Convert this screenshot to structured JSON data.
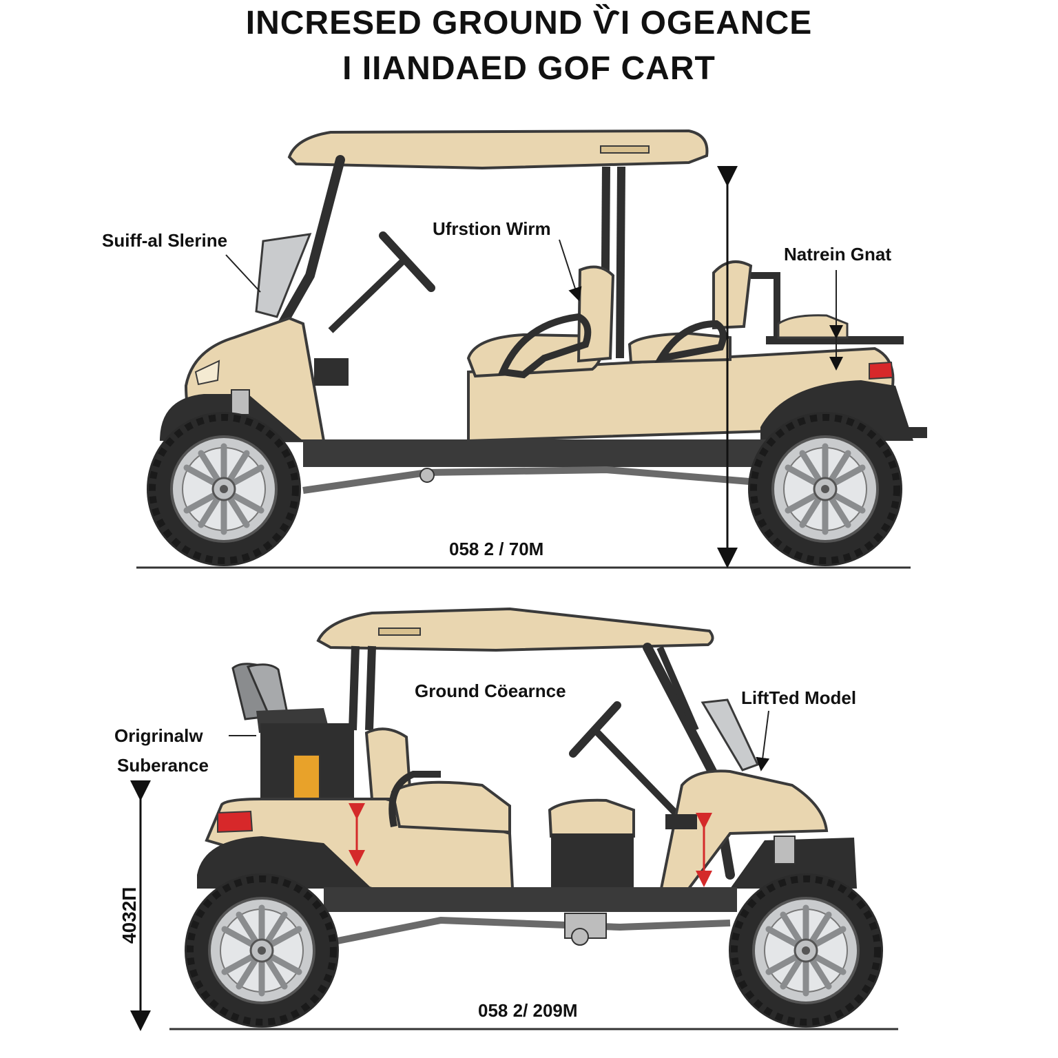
{
  "title": {
    "line1": "INCRESED GROUND ѶI OGEANCE",
    "line2": "I IIANDAED GOF CART"
  },
  "top_cart": {
    "label_left": "Suiff-al Slerine",
    "label_center": "Ufrstion Wirm",
    "label_right": "Natrein Gnat",
    "dimension": "058 2 / 70M"
  },
  "bottom_cart": {
    "label_center": "Ground Cöearnce",
    "label_right": "LiftTed Model",
    "label_left_1": "Origrinalw",
    "label_left_2": "Suberance",
    "dimension": "058 2/ 209M",
    "vertical_dimension": "4032П"
  },
  "colors": {
    "body": "#e9d6b0",
    "body_shade": "#d8c08f",
    "tire": "#2b2b2b",
    "rim": "#c9cbcd",
    "frame": "#3a3a3a",
    "accent_red": "#d42a2a",
    "tail_light": "#d7282a",
    "bag": "#e8a22a"
  }
}
